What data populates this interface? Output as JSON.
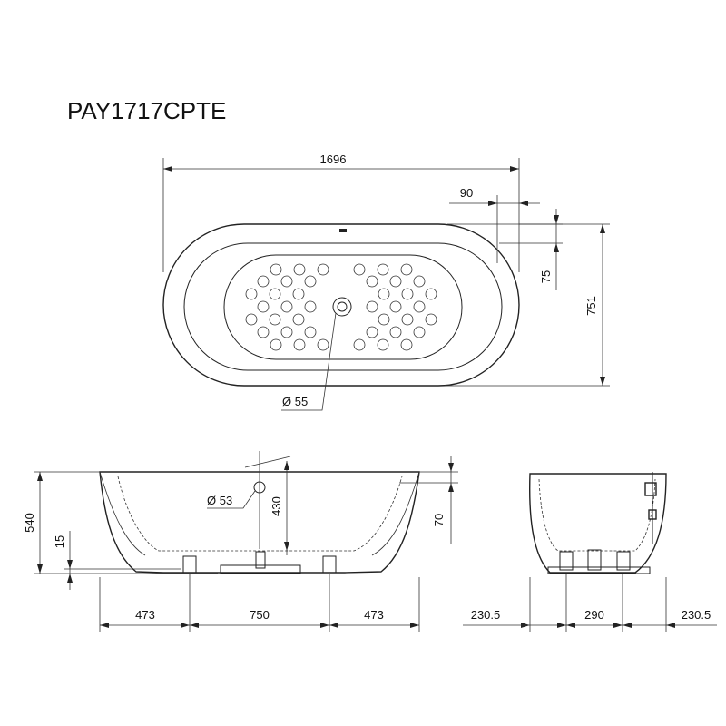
{
  "title": "PAY1717CPTE",
  "colors": {
    "line": "#222222",
    "background": "#ffffff"
  },
  "top_view": {
    "length": "1696",
    "offset_90": "90",
    "offset_75": "75",
    "width": "751",
    "drain_diameter": "Ø 55"
  },
  "front_view": {
    "overflow_diameter": "Ø 53",
    "overflow_depth": "430",
    "rim_70": "70",
    "height": "540",
    "base_15": "15",
    "left_segment": "473",
    "center_segment": "750",
    "right_segment": "473"
  },
  "side_view": {
    "left_segment": "230.5",
    "center_segment": "290",
    "right_segment": "230.5"
  }
}
